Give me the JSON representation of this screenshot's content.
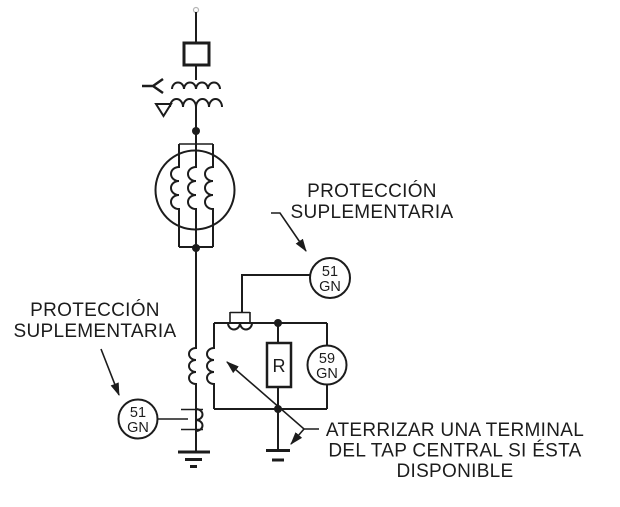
{
  "colors": {
    "background": "#ffffff",
    "line": "#1c1c1c",
    "text": "#1c1c1c",
    "faint_terminal": "#b5b5b5"
  },
  "annotations": {
    "left_protection": {
      "line1": "PROTECCIÓN",
      "line2": "SUPLEMENTARIA"
    },
    "right_protection": {
      "line1": "PROTECCIÓN",
      "line2": "SUPLEMENTARIA"
    },
    "ground_note": {
      "line1": "ATERRIZAR UNA TERMINAL",
      "line2": "DEL TAP CENTRAL SI ÉSTA",
      "line3": "DISPONIBLE"
    }
  },
  "devices": {
    "relay_51gn_right": {
      "code": "51",
      "suffix": "GN"
    },
    "relay_51gn_left": {
      "code": "51",
      "suffix": "GN"
    },
    "relay_59gn": {
      "code": "59",
      "suffix": "GN"
    },
    "resistor": {
      "label": "R"
    }
  },
  "components": [
    "incoming-feeder",
    "circuit-breaker",
    "wye-delta-transformer",
    "generator-windings",
    "grounding-transformer",
    "current-transformer-main",
    "current-transformer-secondary",
    "grounding-resistor",
    "ground-electrode-left",
    "ground-electrode-right"
  ]
}
